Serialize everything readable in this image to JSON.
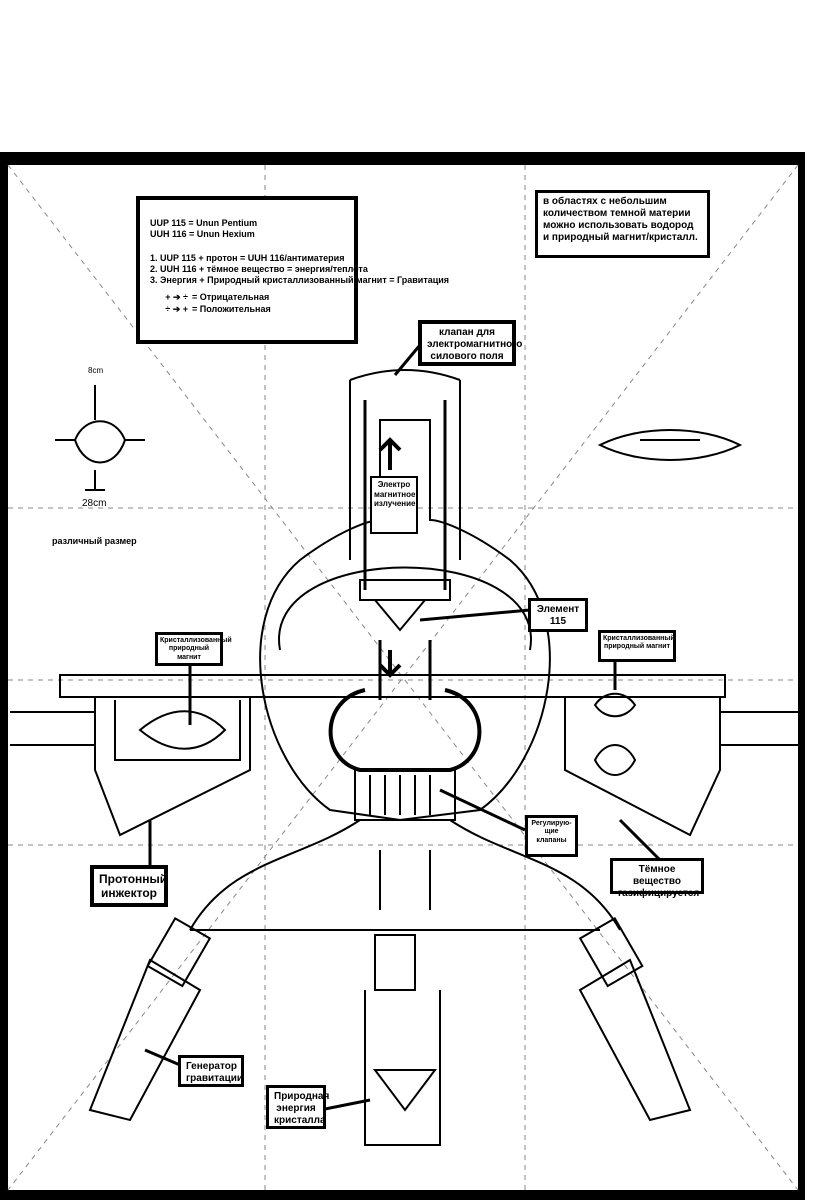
{
  "legend": {
    "line1": "UUP 115 = Unun Pentium",
    "line2": "UUH 116 = Unun Hexium",
    "step1": "1. UUP 115 + протон = UUH 116/антиматерия",
    "step2": "2. UUH 116 + тёмное вещество = энергия/теплота",
    "step3": "3. Энергия + Природный кристаллизованный магнит = Гравитация",
    "neg_symbol": "+ ➔ ÷",
    "neg_label": "= Отрицательная",
    "pos_symbol": "÷ ➔ +",
    "pos_label": "= Положительная"
  },
  "note_top_right": "в областях с небольшим количеством темной материи можно использовать водород и природный магнит/кристалл.",
  "labels": {
    "valve_em": "клапан для электромагнитного силового поля",
    "em_radiation": "Электро магнитное излучение",
    "element115": "Элемент 115",
    "crystal_left": "Кристаллизованный природный магнит",
    "crystal_right": "Кристаллизованный природный магнит",
    "regulating": "Регулирую-щие клапаны",
    "dark_matter": "Тёмное вещество газифицируется",
    "proton_injector": "Протонный инжектор",
    "gravity_gen": "Генератор гравитации",
    "natural_energy": "Природная энергия кристалла",
    "various_size": "различный размер",
    "dim_8cm": "8cm",
    "dim_28cm": "28cm"
  }
}
